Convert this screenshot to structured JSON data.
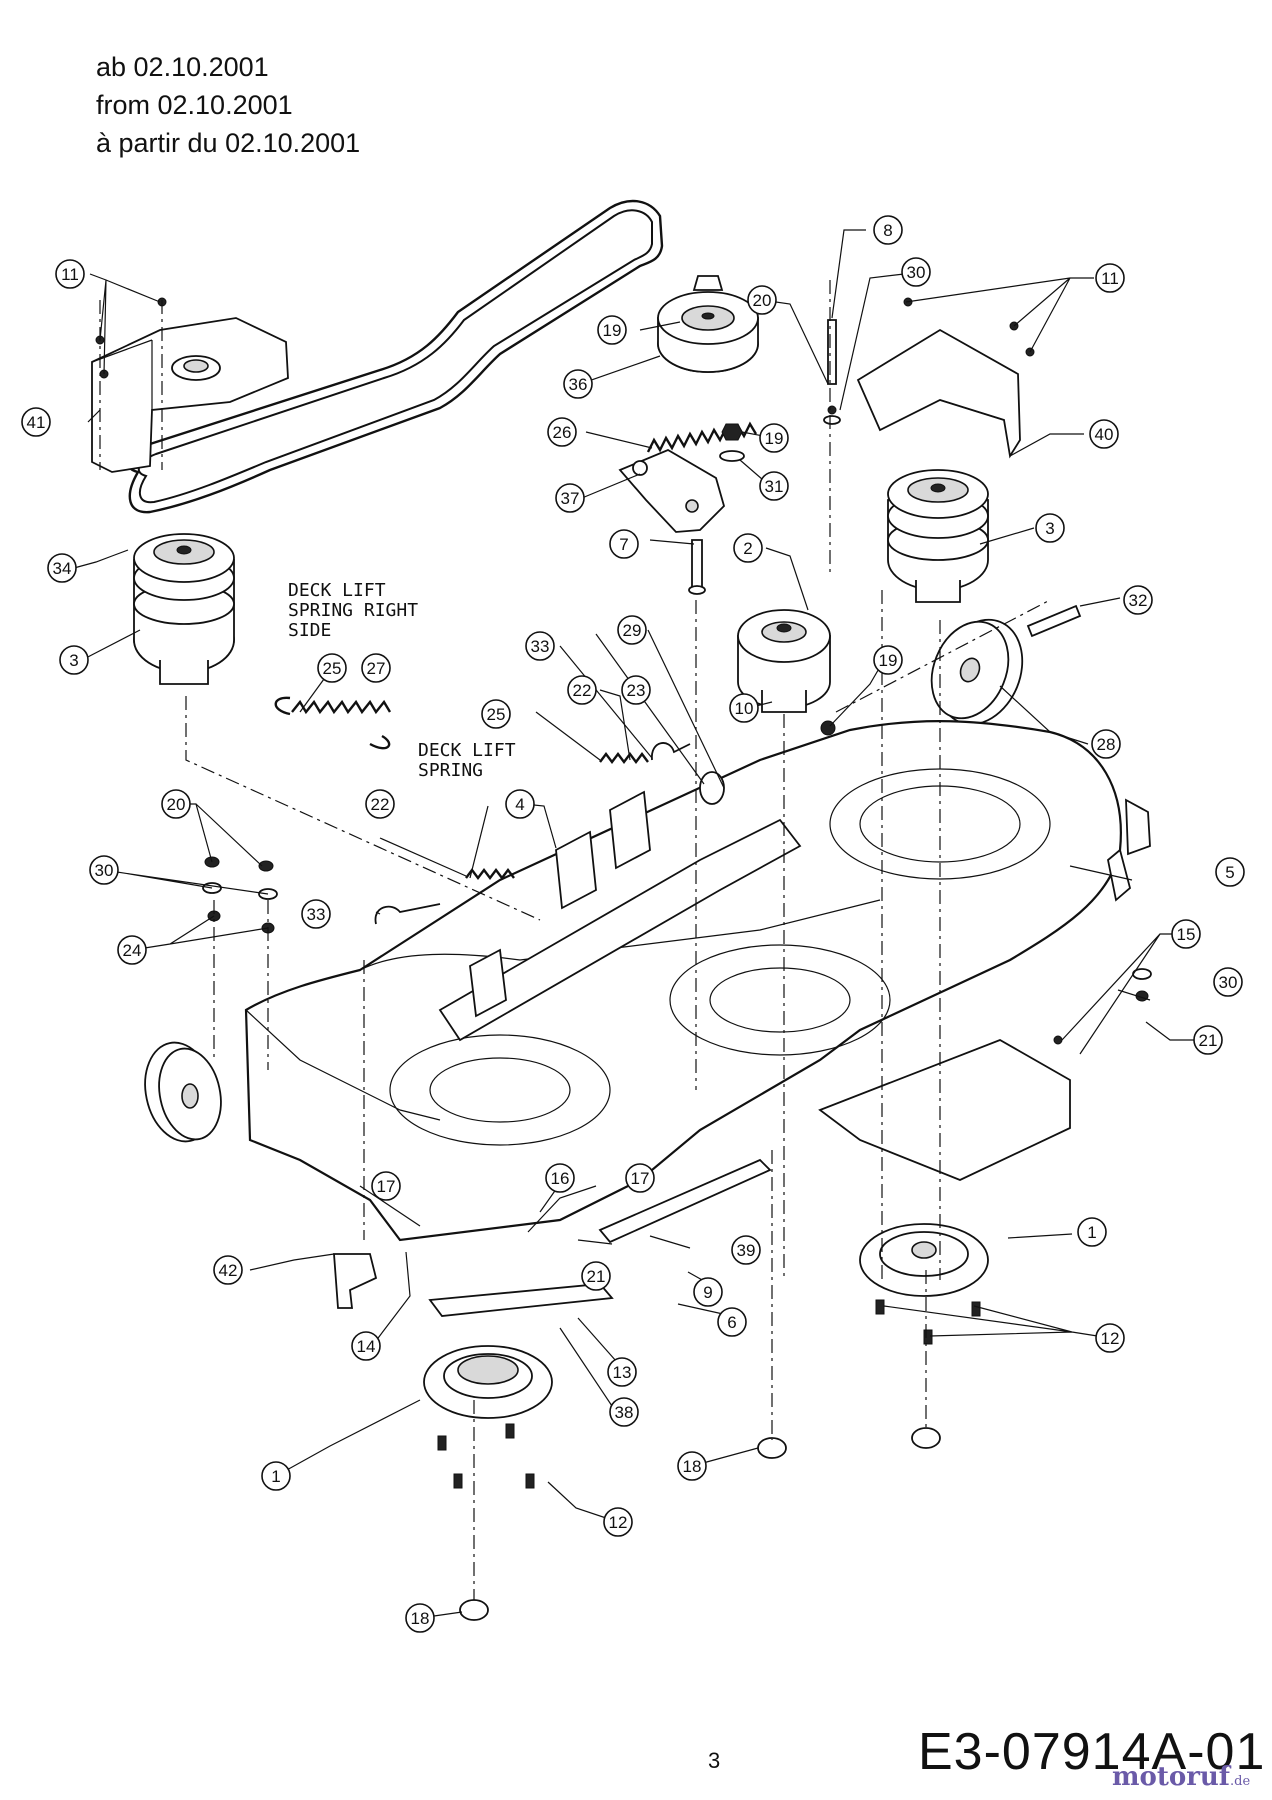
{
  "header": {
    "lines": [
      "ab 02.10.2001",
      "from 02.10.2001",
      "à partir du 02.10.2001"
    ]
  },
  "annotations": {
    "deck_lift_spring_right_side": [
      "DECK LIFT",
      "SPRING RIGHT",
      "SIDE"
    ],
    "deck_lift_spring": [
      "DECK LIFT",
      "SPRING"
    ]
  },
  "callouts": [
    "1",
    "1",
    "2",
    "3",
    "3",
    "4",
    "5",
    "6",
    "7",
    "8",
    "9",
    "10",
    "11",
    "11",
    "12",
    "12",
    "13",
    "14",
    "15",
    "16",
    "17",
    "17",
    "18",
    "18",
    "19",
    "19",
    "19",
    "20",
    "20",
    "21",
    "21",
    "22",
    "22",
    "23",
    "24",
    "25",
    "25",
    "26",
    "27",
    "28",
    "29",
    "30",
    "30",
    "30",
    "31",
    "32",
    "33",
    "33",
    "34",
    "36",
    "37",
    "38",
    "39",
    "40",
    "41",
    "42"
  ],
  "footer": {
    "page_number": "3",
    "drawing_code": "E3-07914A-01",
    "watermark": "motoruf",
    "watermark_tld": ".de"
  },
  "colors": {
    "line": "#111111",
    "background": "#ffffff",
    "watermark": "#6a5aa8"
  }
}
